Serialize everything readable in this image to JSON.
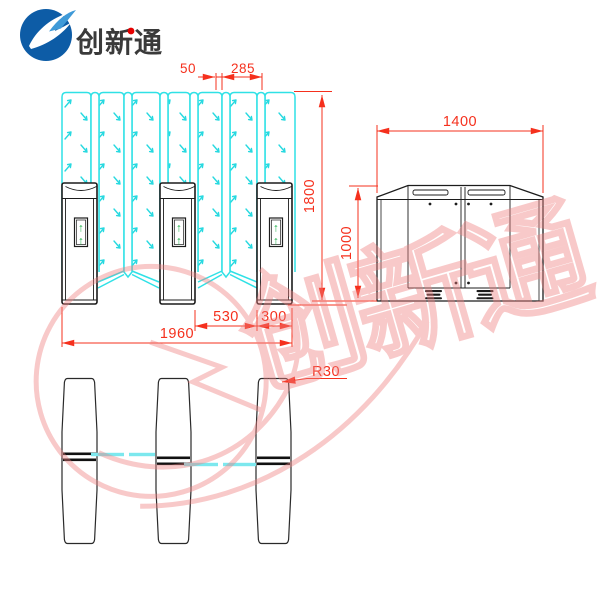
{
  "logo": {
    "brand_text": "创新通",
    "icon": "logo-swoosh-globe-icon",
    "colors": {
      "globe": "#0d5ca6",
      "accent": "#3f9ad8",
      "text": "#3a3a3a",
      "dot": "#e60000"
    }
  },
  "watermark": {
    "text": "创新通",
    "color": "#ef8181"
  },
  "icons": {
    "passage_open_arrow": "↑",
    "glass_flow_arrow": "↗",
    "logo_swoosh": "swoosh-arrow",
    "leader_arrowhead": "filled-triangle"
  },
  "colors": {
    "dimension_red": "#f5301d",
    "glass_cyan": "#2fe1e6",
    "glass_dash": "#7ce8ee",
    "outline_black": "#1c1c1c",
    "indicator_green": "#22b14c"
  },
  "views": {
    "front": {
      "name": "front-elevation",
      "dims": {
        "d50": "50",
        "d285": "285",
        "d1800": "1800",
        "d530": "530",
        "d300": "300",
        "d1960": "1960"
      }
    },
    "side": {
      "name": "side-elevation",
      "dims": {
        "d1400": "1400",
        "d1000": "1000"
      }
    },
    "plan": {
      "name": "top-plan",
      "dims": {
        "r30": "R30"
      }
    }
  }
}
